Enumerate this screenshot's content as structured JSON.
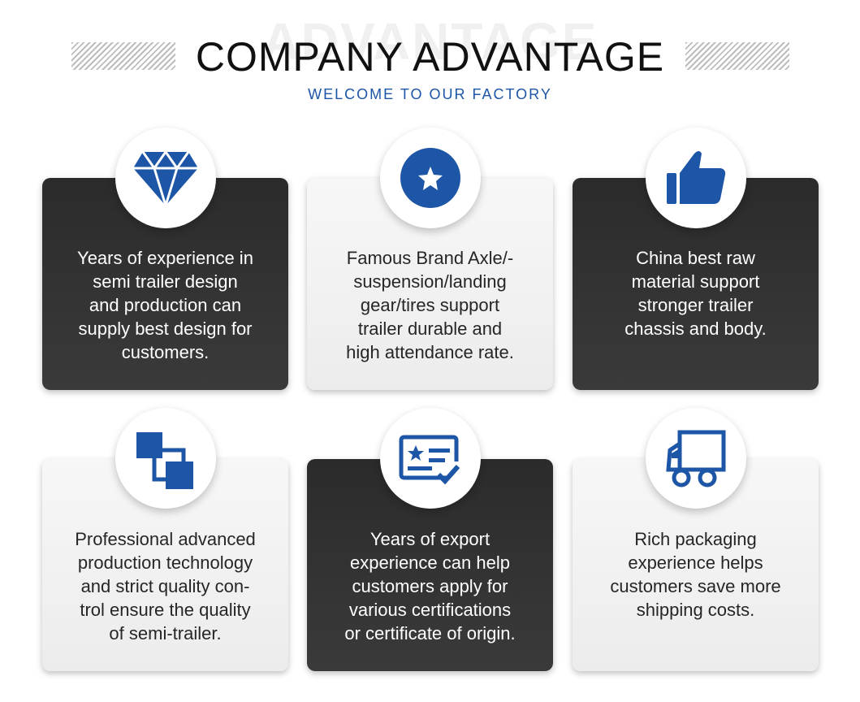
{
  "header": {
    "watermark": "ADVANTAGE",
    "title": "COMPANY ADVANTAGE",
    "subtitle": "WELCOME TO OUR FACTORY"
  },
  "colors": {
    "accent": "#1d56a6",
    "dark_card": "#2f2f2f",
    "light_card": "#f1f1f1"
  },
  "cards": [
    {
      "icon": "diamond-icon",
      "theme": "dark",
      "text": "Years of experience in\nsemi trailer design\nand production can\nsupply best design for\ncustomers."
    },
    {
      "icon": "star-badge-icon",
      "theme": "light",
      "text": "Famous Brand Axle/-\nsuspension/landing\ngear/tires support\ntrailer durable and\nhigh attendance rate."
    },
    {
      "icon": "thumbs-up-icon",
      "theme": "dark",
      "text": "China best raw\nmaterial support\nstronger trailer\nchassis and body."
    },
    {
      "icon": "overlapping-squares-icon",
      "theme": "light",
      "text": "Professional advanced\nproduction technology\nand strict quality con-\ntrol ensure the quality\nof semi-trailer."
    },
    {
      "icon": "certificate-icon",
      "theme": "dark",
      "text": "Years of export\nexperience can help\ncustomers apply for\nvarious certifications\nor certificate of origin."
    },
    {
      "icon": "truck-icon",
      "theme": "light",
      "text": "Rich packaging\nexperience helps\ncustomers save more\nshipping costs."
    }
  ]
}
